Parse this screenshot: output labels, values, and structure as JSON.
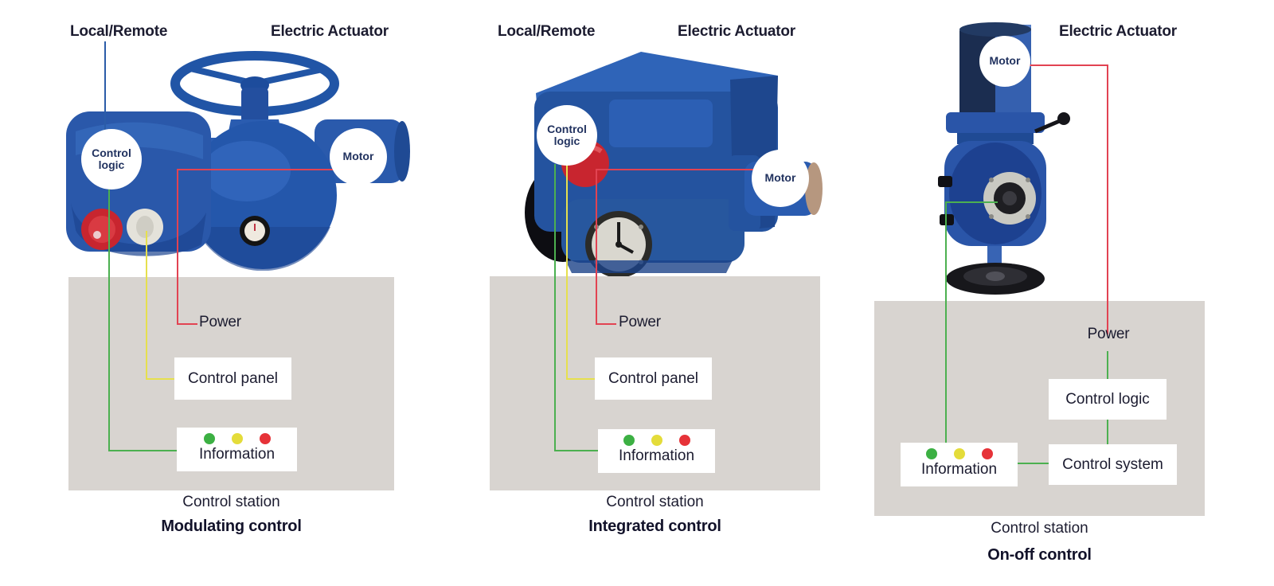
{
  "figure": {
    "panels": [
      {
        "caption": "Modulating control",
        "station_label": "Control station",
        "labels": {
          "local_remote": "Local/Remote",
          "electric_actuator": "Electric Actuator",
          "control_logic": "Control logic",
          "motor": "Motor",
          "power": "Power",
          "control_panel": "Control panel",
          "information": "Information"
        },
        "indicator_dots": [
          "green",
          "yellow",
          "red"
        ]
      },
      {
        "caption": "Integrated control",
        "station_label": "Control station",
        "labels": {
          "local_remote": "Local/Remote",
          "electric_actuator": "Electric Actuator",
          "control_logic": "Control logic",
          "motor": "Motor",
          "power": "Power",
          "control_panel": "Control panel",
          "information": "Information"
        },
        "indicator_dots": [
          "green",
          "yellow",
          "red"
        ]
      },
      {
        "caption": "On-off control",
        "station_label": "Control station",
        "labels": {
          "electric_actuator": "Electric Actuator",
          "motor": "Motor",
          "power": "Power",
          "control_logic": "Control logic",
          "control_system": "Control system",
          "information": "Information"
        },
        "indicator_dots": [
          "green",
          "yellow",
          "red"
        ]
      }
    ],
    "colors": {
      "wire_power_red": "#e24352",
      "wire_information_green": "#4cb050",
      "wire_control_panel_yellow": "#e6e04e",
      "wire_local_remote_blue": "#2b5ca8",
      "station_background": "#d8d4d0",
      "indicator_green": "#3cb043",
      "indicator_yellow": "#e4dc3a",
      "indicator_red": "#e63238",
      "actuator_blue": "#2a58aa",
      "label_text": "#1c1c30"
    }
  }
}
